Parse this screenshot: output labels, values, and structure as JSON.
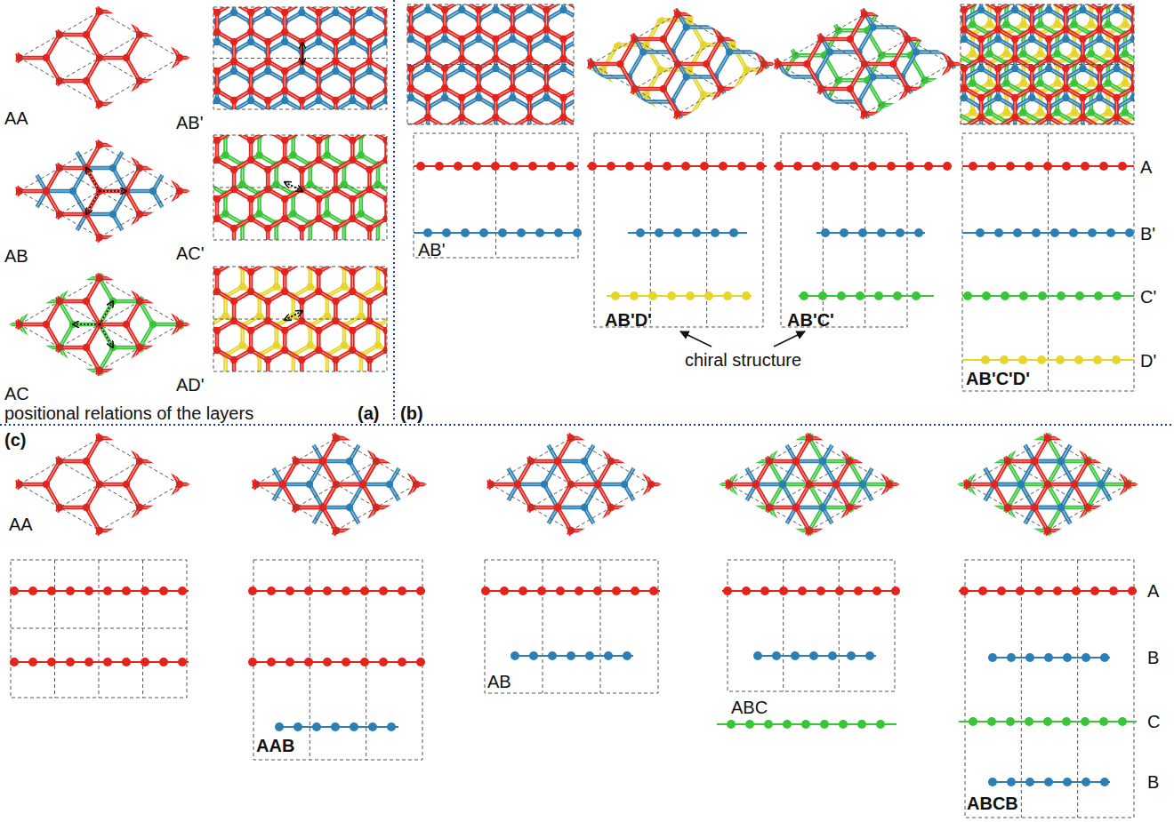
{
  "diagram": {
    "labels": [
      "AA",
      "AB'",
      "AB",
      "AC'",
      "AC",
      "AD'",
      "positional relations of the layers",
      "(a)",
      "(b)",
      "AB'",
      "AB'D'",
      "AB'C'",
      "A",
      "B'",
      "C'",
      "D'",
      "chiral structure",
      "AB'C'D'",
      "(c)",
      "AA",
      "AAB",
      "AB",
      "ABC",
      "A",
      "B",
      "C",
      "B",
      "ABCB"
    ]
  }
}
